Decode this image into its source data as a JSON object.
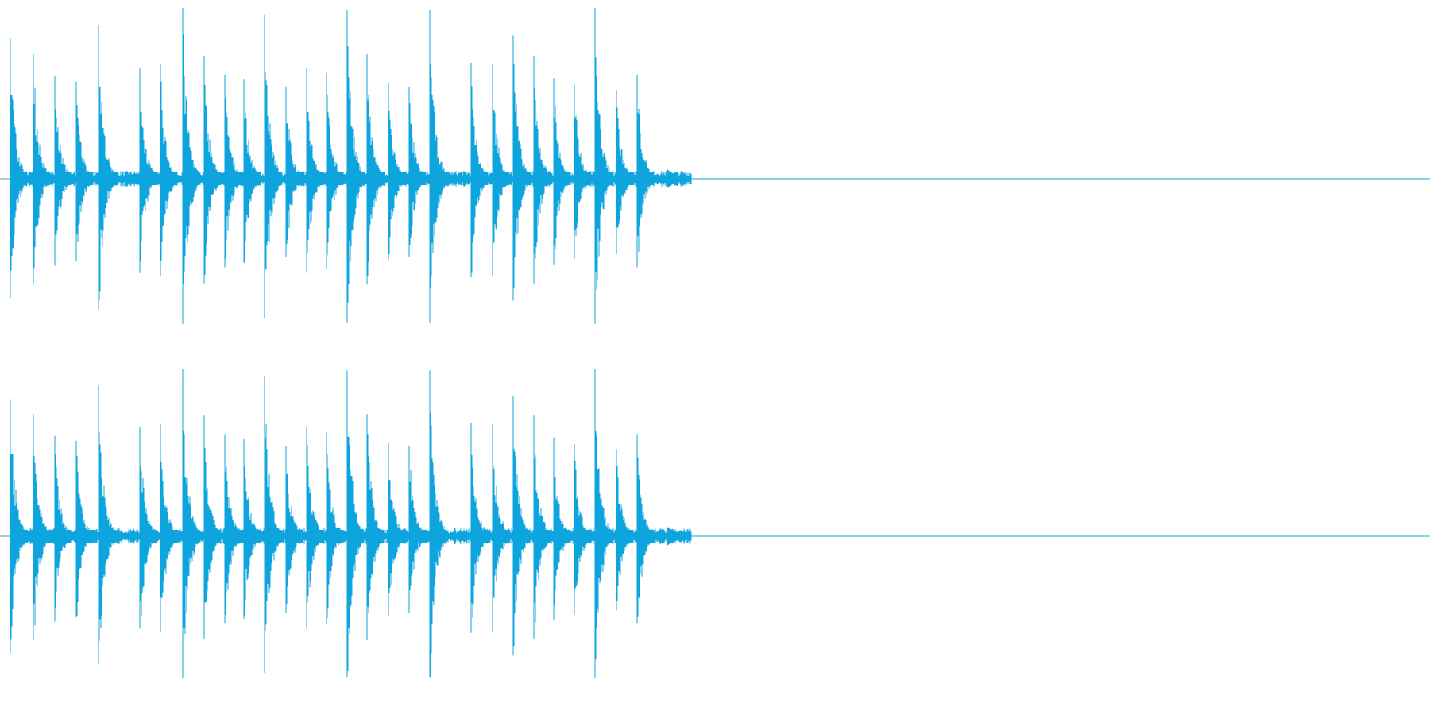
{
  "waveform": {
    "channel_count": 2,
    "color": "#0ea5df",
    "background": "#ffffff",
    "bursts": [
      {
        "t": 0.0,
        "amp": 0.82
      },
      {
        "t": 0.3,
        "amp": 0.73
      },
      {
        "t": 0.58,
        "amp": 0.6
      },
      {
        "t": 0.86,
        "amp": 0.57
      },
      {
        "t": 1.16,
        "amp": 0.9
      },
      {
        "t": 1.7,
        "amp": 0.65
      },
      {
        "t": 1.97,
        "amp": 0.67
      },
      {
        "t": 2.26,
        "amp": 1.0
      },
      {
        "t": 2.54,
        "amp": 0.72
      },
      {
        "t": 2.81,
        "amp": 0.61
      },
      {
        "t": 3.06,
        "amp": 0.58
      },
      {
        "t": 3.33,
        "amp": 0.96
      },
      {
        "t": 3.61,
        "amp": 0.54
      },
      {
        "t": 3.88,
        "amp": 0.65
      },
      {
        "t": 4.14,
        "amp": 0.62
      },
      {
        "t": 4.41,
        "amp": 0.99
      },
      {
        "t": 4.67,
        "amp": 0.73
      },
      {
        "t": 4.95,
        "amp": 0.56
      },
      {
        "t": 5.22,
        "amp": 0.54
      },
      {
        "t": 5.5,
        "amp": 0.99
      },
      {
        "t": 6.04,
        "amp": 0.68
      },
      {
        "t": 6.32,
        "amp": 0.67
      },
      {
        "t": 6.59,
        "amp": 0.84
      },
      {
        "t": 6.86,
        "amp": 0.72
      },
      {
        "t": 7.12,
        "amp": 0.59
      },
      {
        "t": 7.39,
        "amp": 0.55
      },
      {
        "t": 7.66,
        "amp": 1.0
      },
      {
        "t": 7.94,
        "amp": 0.52
      },
      {
        "t": 8.21,
        "amp": 0.61
      }
    ],
    "total_span": 18.6
  }
}
